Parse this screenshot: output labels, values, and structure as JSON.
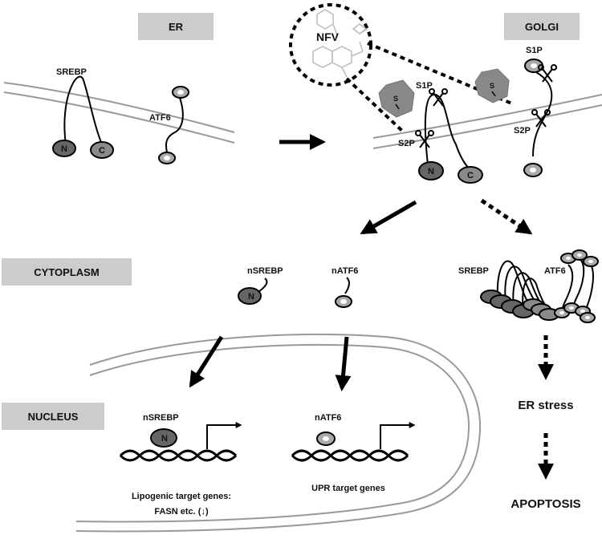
{
  "compartments": {
    "er": "ER",
    "golgi": "GOLGI",
    "cytoplasm": "CYTOPLASM",
    "nucleus": "NUCLEUS"
  },
  "proteins": {
    "srebp": "SREBP",
    "atf6": "ATF6",
    "nsrebp": "nSREBP",
    "natf6": "nATF6",
    "n_domain": "N",
    "c_domain": "C"
  },
  "proteases": {
    "s1p": "S1P",
    "s2p": "S2P",
    "s_blob": "S"
  },
  "drug": {
    "label": "NFV"
  },
  "outcomes": {
    "lipogenic_line1": "Lipogenic target genes:",
    "lipogenic_line2": "FASN etc. (",
    "lipogenic_arrow": "↓",
    "lipogenic_close": ")",
    "upr": "UPR target genes",
    "er_stress": "ER stress",
    "apoptosis": "APOPTOSIS"
  },
  "colors": {
    "label_box": "#cccccc",
    "membrane": "#999999",
    "n_domain_fill": "#666666",
    "c_domain_fill": "#8a8a8a",
    "s_blob_fill": "#888888",
    "ring_fill": "#aaaaaa"
  }
}
